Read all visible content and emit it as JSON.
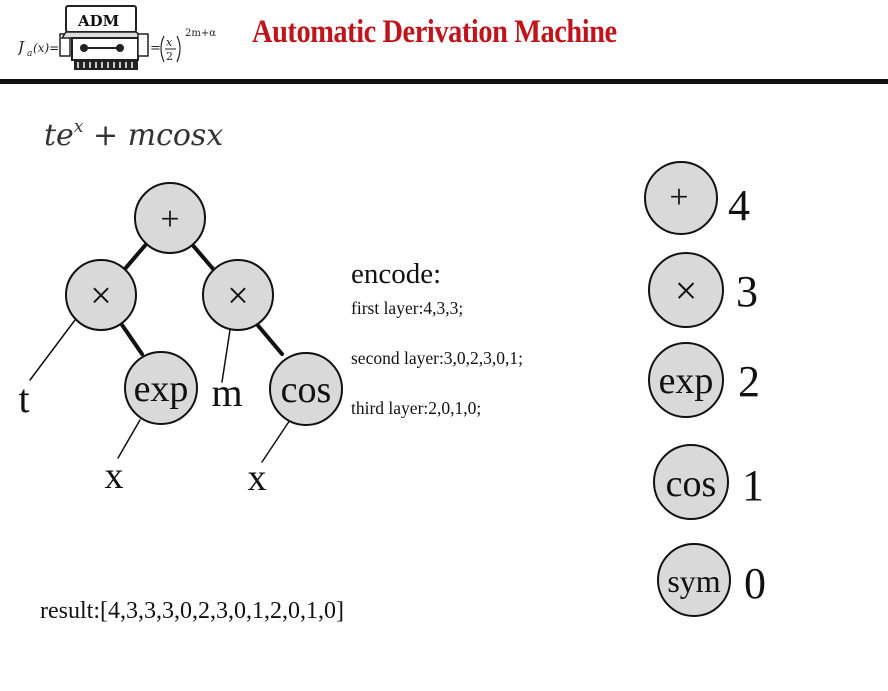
{
  "header": {
    "title": "Automatic Derivation Machine",
    "logo_text": "ADM",
    "logo_formula_left": "J",
    "logo_formula_sub": "a",
    "logo_formula_arg": "(x)=",
    "logo_formula_right_num": "x",
    "logo_formula_right_den": "2",
    "logo_formula_exp": "2m+α"
  },
  "formula": {
    "part1": "te",
    "part1_sup": "x",
    "part2": " + mcosx"
  },
  "tree": {
    "nodes": {
      "root": "+",
      "left_op": "×",
      "right_op": "×",
      "exp": "exp",
      "cos": "cos"
    },
    "leaves": {
      "t": "t",
      "m": "m",
      "x_exp": "x",
      "x_cos": "x"
    }
  },
  "encode": {
    "title": "encode:",
    "first": "first layer:4,3,3;",
    "second": "second layer:3,0,2,3,0,1;",
    "third": "third layer:2,0,1,0;"
  },
  "result": "result:[4,3,3,3,0,2,3,0,1,2,0,1,0]",
  "legend": [
    {
      "symbol": "+",
      "code": "4"
    },
    {
      "symbol": "×",
      "code": "3"
    },
    {
      "symbol": "exp",
      "code": "2"
    },
    {
      "symbol": "cos",
      "code": "1"
    },
    {
      "symbol": "sym",
      "code": "0"
    }
  ],
  "colors": {
    "title_red": "#c0141c",
    "node_fill": "#d9d9d9",
    "stroke": "#111111"
  }
}
